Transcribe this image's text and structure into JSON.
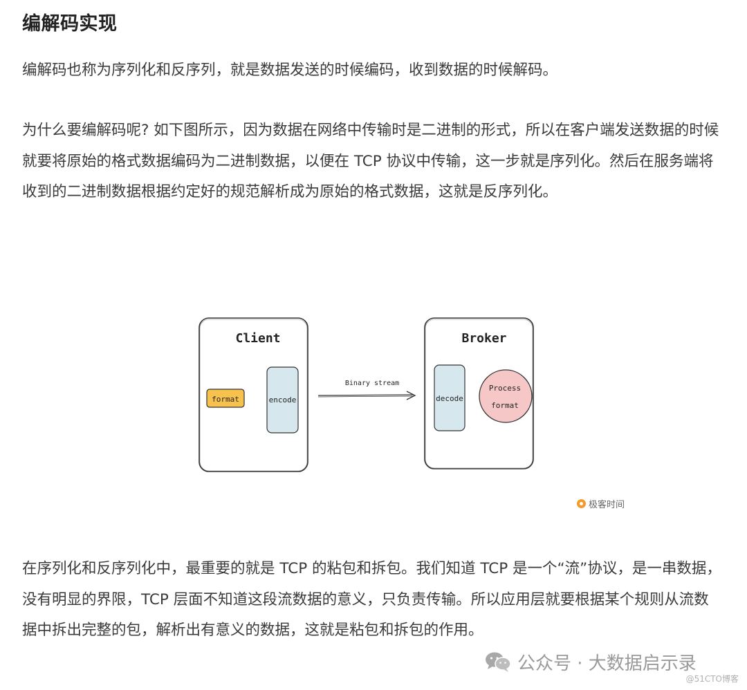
{
  "heading": "编解码实现",
  "paragraphs": {
    "p1": "编解码也称为序列化和反序列，就是数据发送的时候编码，收到数据的时候解码。",
    "p2": "为什么要编解码呢? 如下图所示，因为数据在网络中传输时是二进制的形式，所以在客户端发送数据的时候就要将原始的格式数据编码为二进制数据，以便在 TCP 协议中传输，这一步就是序列化。然后在服务端将收到的二进制数据根据约定好的规范解析成为原始的格式数据，这就是反序列化。",
    "p3": "在序列化和反序列化中，最重要的就是 TCP 的粘包和拆包。我们知道 TCP 是一个“流”协议，是一串数据，没有明显的界限，TCP 层面不知道这段流数据的意义，只负责传输。所以应用层就要根据某个规则从流数据中拆出完整的包，解析出有意义的数据，这就是粘包和拆包的作用。"
  },
  "diagram": {
    "client_title": "Client",
    "format_label": "format",
    "encode_label": "encode",
    "arrow_label": "Binary stream",
    "broker_title": "Broker",
    "decode_label": "decode",
    "process_line1": "Process",
    "process_line2": "format",
    "colors": {
      "format_fill": "#f7c14d",
      "codec_fill": "#d6e7ee",
      "process_fill": "#f6c7c7",
      "stroke": "#333333"
    }
  },
  "geek_logo_text": "极客时间",
  "watermark": "公众号 · 大数据启示录",
  "corner_mark": "@51CTO博客"
}
